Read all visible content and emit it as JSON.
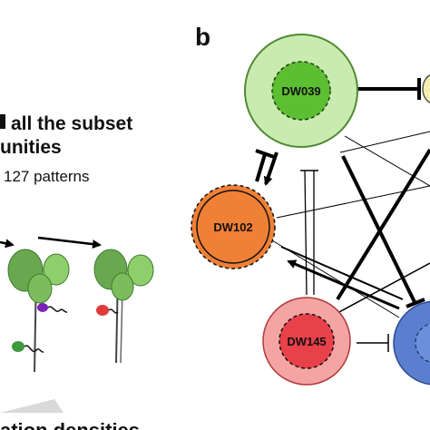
{
  "panel_b_label": "b",
  "left_panel": {
    "heading_line1": "all the subset",
    "heading_line2": "unities",
    "patterns_text": "127 patterns",
    "bottom_caption": "ation densities"
  },
  "nodes": {
    "dw039": "DW039",
    "dw102": "DW102",
    "dw145": "DW145"
  },
  "colors": {
    "dw039_outer": "#c9ebb0",
    "dw039_inner": "#5cbf32",
    "dw102_fill": "#f08036",
    "dw145_outer": "#f5a4a4",
    "dw145_inner": "#e8414a",
    "blue_node": "#5a7fd0",
    "plant_leaf": "#6aa84f",
    "plant_leaf_light": "#8fcf6b",
    "microbe_purple": "#7a22b8",
    "microbe_red": "#e03a3a",
    "microbe_green": "#3d9a3d"
  }
}
